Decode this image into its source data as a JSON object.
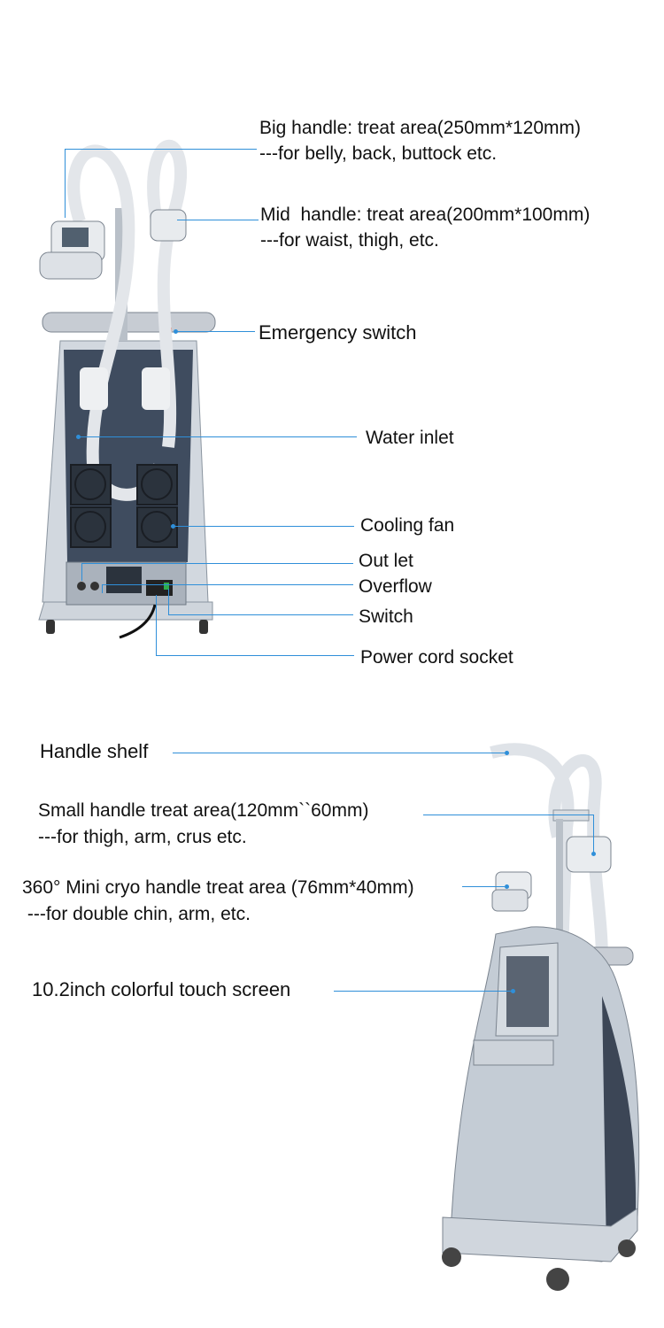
{
  "top_callouts": {
    "big_handle": {
      "line1": "Big handle: treat area(250mm*120mm)",
      "line2": "---for belly, back, buttock etc."
    },
    "mid_handle": {
      "line1": "Mid  handle: treat area(200mm*100mm)",
      "line2": "---for waist, thigh, etc."
    },
    "emergency_switch": "Emergency switch",
    "water_inlet": "Water inlet",
    "cooling_fan": "Cooling fan",
    "outlet": "Out let",
    "overflow": "Overflow",
    "switch": "Switch",
    "power_cord_socket": "Power cord socket"
  },
  "bottom_callouts": {
    "handle_shelf": "Handle shelf",
    "small_handle": {
      "line1": "Small handle treat area(120mm``60mm)",
      "line2": "---for thigh, arm, crus etc."
    },
    "mini_cryo_handle": {
      "line1": "360° Mini cryo handle treat area (76mm*40mm)",
      "line2": " ---for double chin, arm, etc."
    },
    "touch_screen": "10.2inch colorful touch screen"
  },
  "colors": {
    "leader_line": "#2f8fd9",
    "machine_body": "#c9d0d8",
    "machine_panel": "#3d4a5c"
  }
}
